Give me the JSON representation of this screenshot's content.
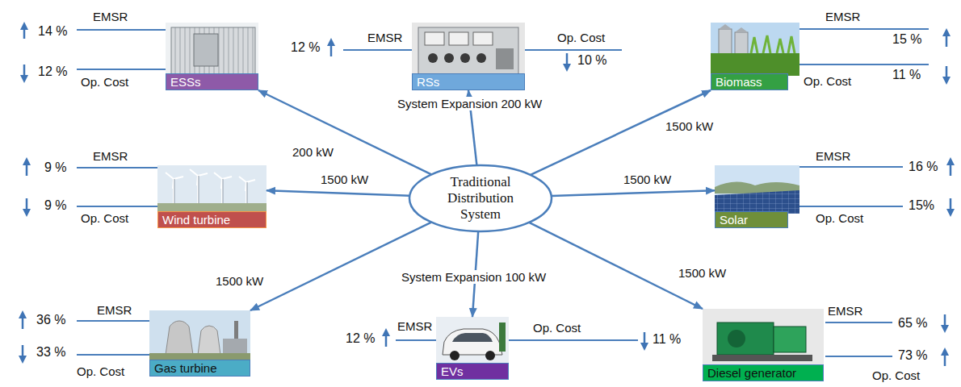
{
  "diagram": {
    "nodes": [
      {
        "text": [
          "ESSs"
        ]
      },
      {
        "text": [
          "RSs"
        ]
      },
      {
        "text": [
          "Biomass"
        ]
      },
      {
        "text": [
          "Wind turbine"
        ]
      },
      {
        "text": [
          "Traditional Distribution System"
        ]
      },
      {
        "text": [
          "Solar"
        ]
      },
      {
        "text": [
          "Gas turbine"
        ]
      },
      {
        "text": [
          "EVs"
        ]
      },
      {
        "text": [
          "Diesel generator"
        ]
      }
    ],
    "edges": [
      {
        "from": 4,
        "to": 0,
        "arrow": "to",
        "label": "200 kW"
      },
      {
        "from": 4,
        "to": 1,
        "arrow": "to",
        "label": "System Expansion 200 kW"
      },
      {
        "from": 4,
        "to": 2,
        "arrow": "to",
        "label": "1500 kW"
      },
      {
        "from": 4,
        "to": 3,
        "arrow": "to",
        "label": "1500 kW"
      },
      {
        "from": 4,
        "to": 5,
        "arrow": "to",
        "label": "1500 kW"
      },
      {
        "from": 4,
        "to": 6,
        "arrow": "to",
        "label": "1500 kW"
      },
      {
        "from": 4,
        "to": 7,
        "arrow": "to",
        "label": "System Expansion 100 kW"
      },
      {
        "from": 4,
        "to": 8,
        "arrow": "to",
        "label": "1500 kW"
      }
    ],
    "labels": [
      "EMSR",
      "14 %",
      "Op. Cost",
      "12 %",
      "12 %",
      "EMSR",
      "Op. Cost",
      "10 %",
      "EMSR",
      "15 %",
      "Op. Cost",
      "11 %",
      "EMSR",
      "9 %",
      "Op. Cost",
      "9 %",
      "EMSR",
      "16 %",
      "Op. Cost",
      "15%",
      "EMSR",
      "36 %",
      "Op. Cost",
      "33 %",
      "12 %",
      "EMSR",
      "Op. Cost",
      "11 %",
      "EMSR",
      "65 %",
      "Op. Cost",
      "73 %"
    ]
  }
}
